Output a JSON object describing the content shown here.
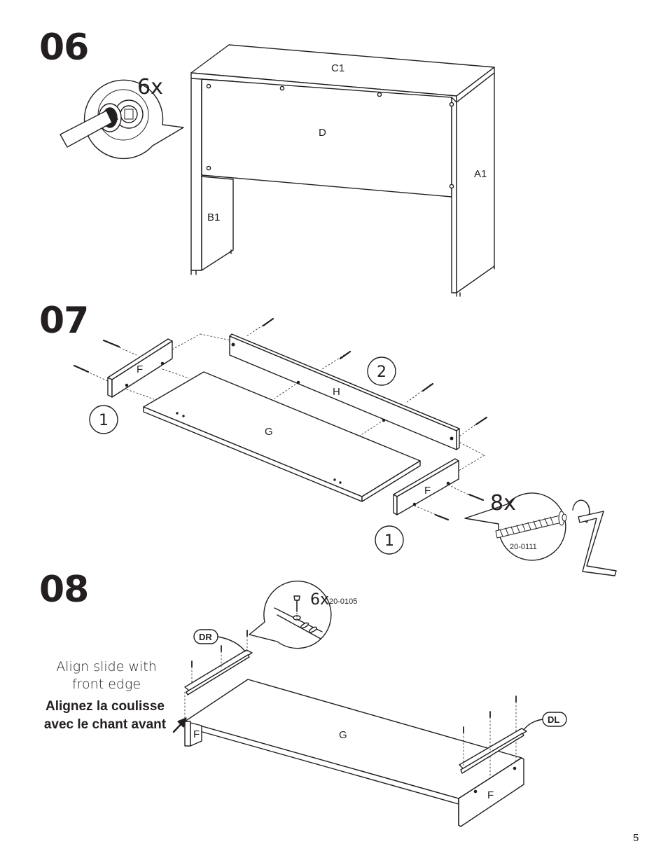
{
  "page": {
    "number": "5"
  },
  "steps": [
    {
      "number": "06",
      "quantity": "6x",
      "parts": {
        "top": "C1",
        "back": "D",
        "right_side": "A1",
        "left_side": "B1"
      }
    },
    {
      "number": "07",
      "quantity": "8x",
      "part_code": "20-0111",
      "parts": {
        "left_end": "F",
        "back_rail": "H",
        "base": "G",
        "right_end": "F"
      },
      "callouts": [
        "1",
        "2",
        "1"
      ]
    },
    {
      "number": "08",
      "quantity": "6x",
      "part_code": "20-0105",
      "parts": {
        "base": "G",
        "left_end": "F",
        "right_end": "F"
      },
      "slide_labels": {
        "right": "DR",
        "left": "DL"
      },
      "note_en": "Align slide with front edge",
      "note_fr": "Alignez la coulisse avec le chant avant"
    }
  ]
}
